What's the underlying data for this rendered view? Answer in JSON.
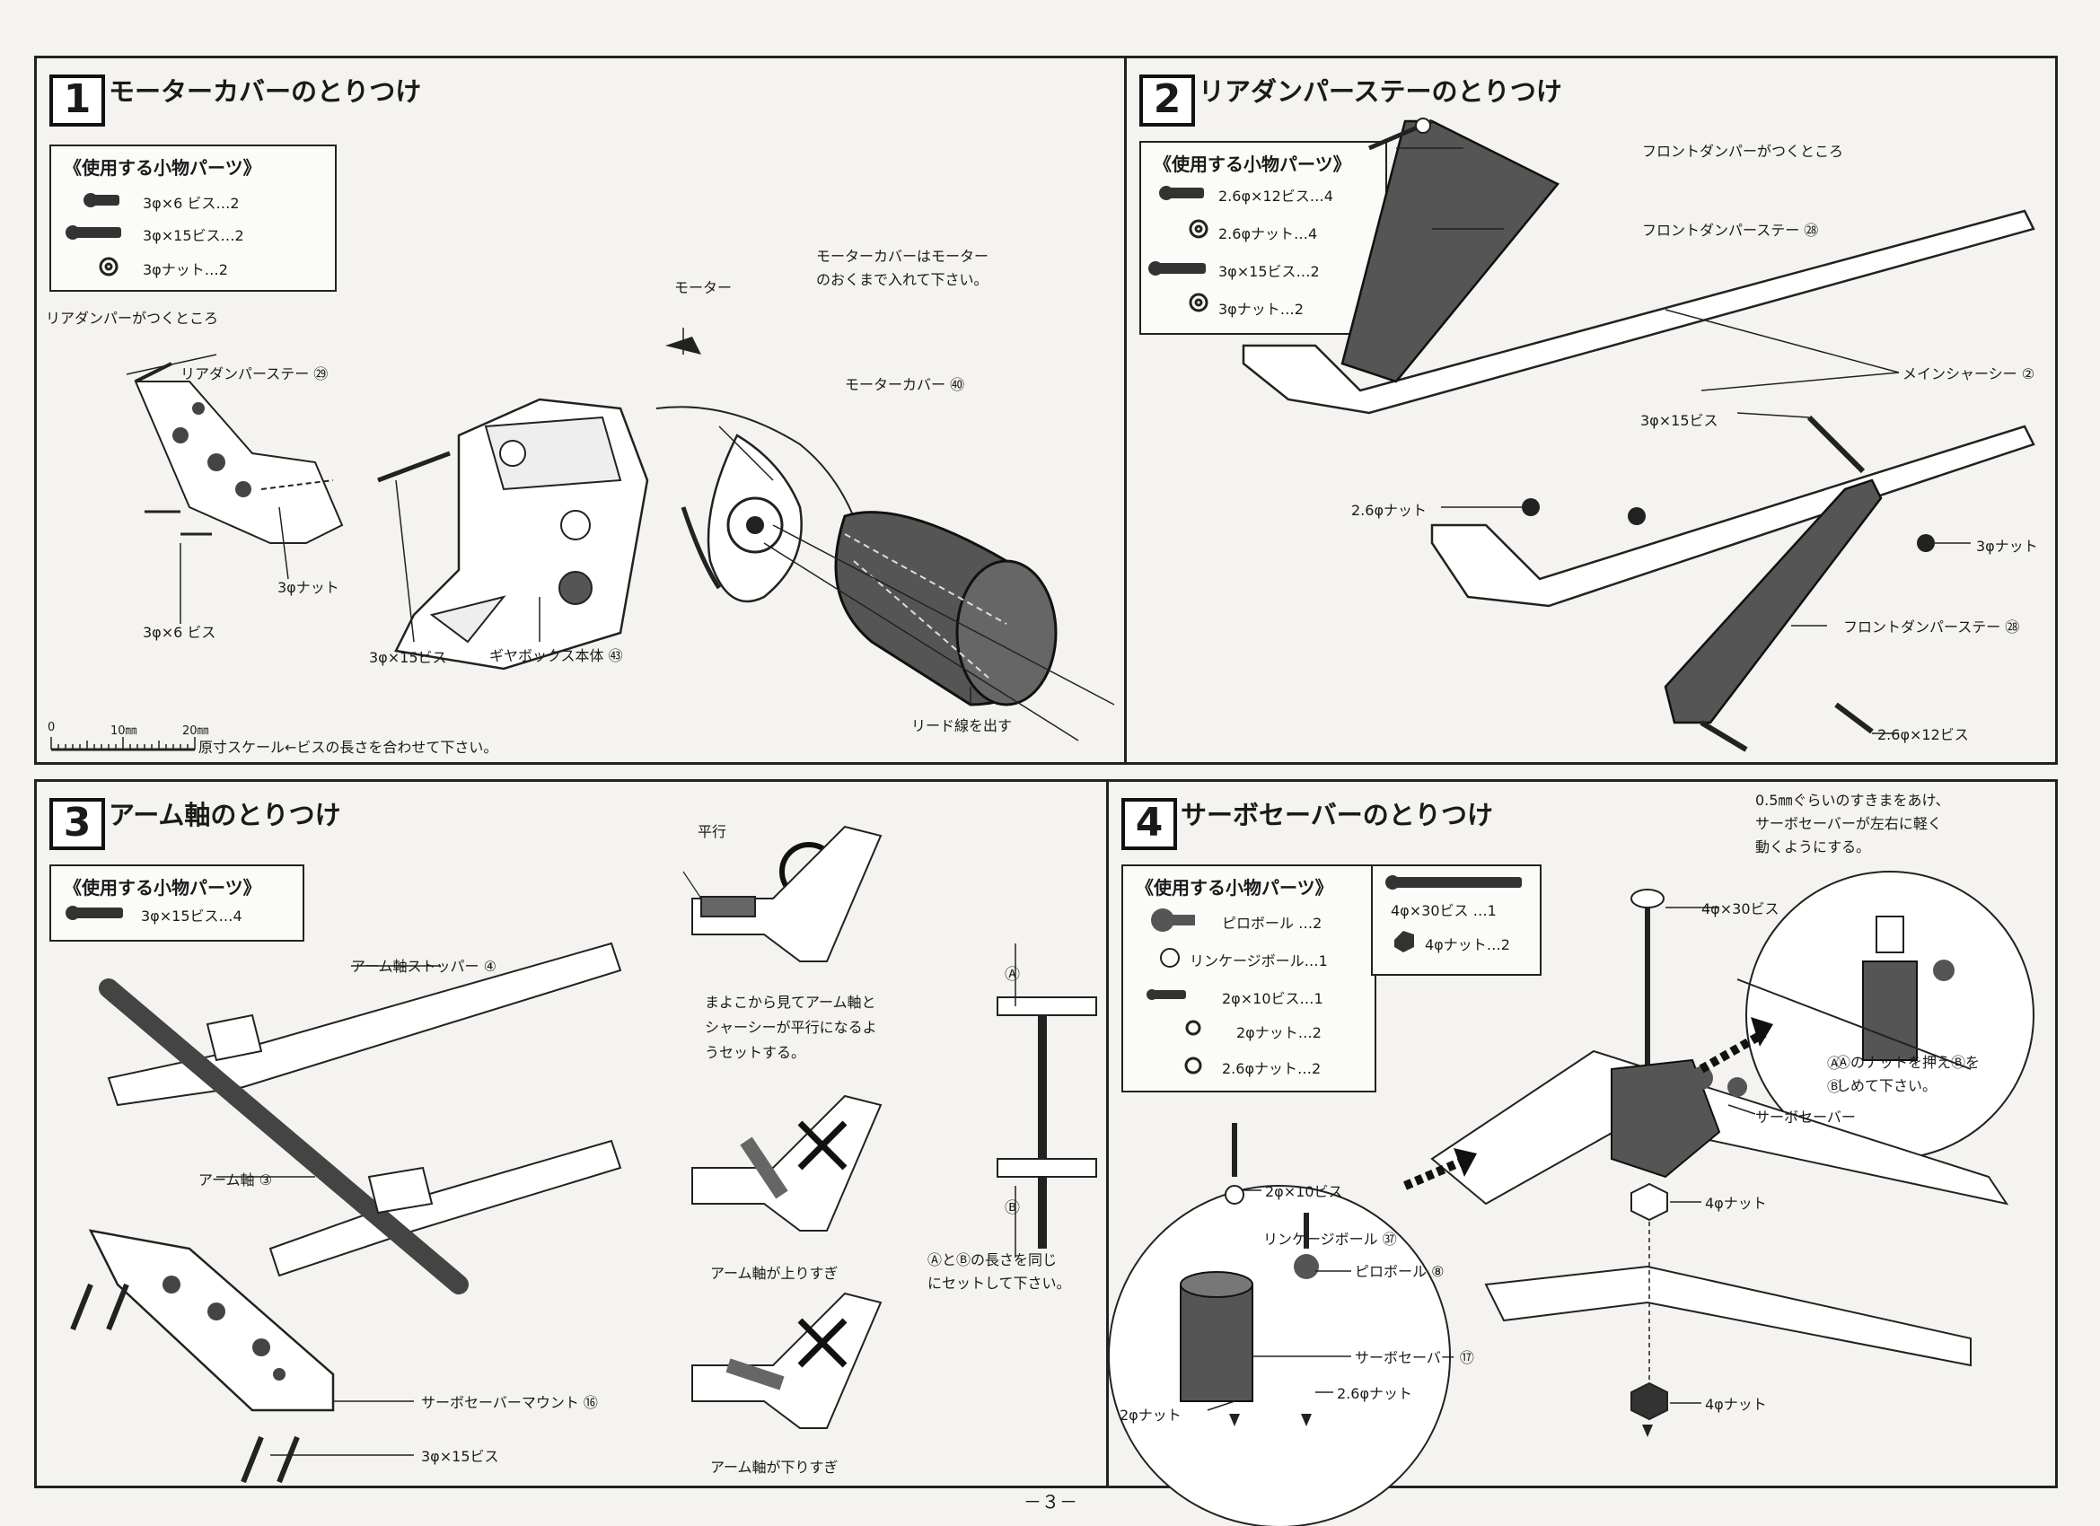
{
  "page_number": "－３－",
  "step1": {
    "num": "1",
    "title": "モーターカバーのとりつけ",
    "parts_title": "《使用する小物パーツ》",
    "parts": [
      "3φ×6 ビス…2",
      "3φ×15ビス…2",
      "3φナット…2"
    ],
    "labels": {
      "rear_damper_mount": "リアダンパーがつくところ",
      "rear_damper_stay": "リアダンパーステー ㉙",
      "nut3": "3φナット",
      "screw3x6": "3φ×6 ビス",
      "screw3x15": "3φ×15ビス",
      "gearbox": "ギヤボックス本体 ㊸",
      "motor": "モーター",
      "motor_cover": "モーターカバー ㊵",
      "motor_cover_note": "モーターカバーはモーター\nのおくまで入れて下さい。",
      "lead_wire": "リード線を出す"
    },
    "scale": {
      "t0": "0",
      "t10": "10㎜",
      "t20": "20㎜",
      "caption": "原寸スケール←ビスの長さを合わせて下さい。"
    }
  },
  "step2": {
    "num": "2",
    "title": "リアダンパーステーのとりつけ",
    "parts_title": "《使用する小物パーツ》",
    "parts": [
      "2.6φ×12ビス…4",
      "2.6φナット…4",
      "3φ×15ビス…2",
      "3φナット…2"
    ],
    "labels": {
      "front_damper_mount": "フロントダンパーがつくところ",
      "front_damper_stay_top": "フロントダンパーステー ㉘",
      "main_chassis": "メインシャーシー ②",
      "screw3x15": "3φ×15ビス",
      "nut26": "2.6φナット",
      "nut3": "3φナット",
      "front_damper_stay_bottom": "フロントダンパーステー ㉘",
      "screw26x12": "2.6φ×12ビス"
    }
  },
  "step3": {
    "num": "3",
    "title": "アーム軸のとりつけ",
    "parts_title": "《使用する小物パーツ》",
    "parts": [
      "3φ×15ビス…4"
    ],
    "labels": {
      "arm_stopper": "アーム軸ストッパー ④",
      "arm_shaft": "アーム軸 ③",
      "servo_saver_mount": "サーボセーバーマウント ⑯",
      "screw3x15": "3φ×15ビス",
      "parallel": "平行",
      "correct_note": "まよこから見てアーム軸と\nシャーシーが平行になるよ\nうセットする。",
      "too_high": "アーム軸が上りすぎ",
      "too_low": "アーム軸が下りすぎ",
      "a_mark": "Ⓐ",
      "b_mark": "Ⓑ",
      "ab_note": "ⒶとⒷの長さを同じ\nにセットして下さい。",
      "ok_symbol": "○",
      "ng_symbol": "×"
    }
  },
  "step4": {
    "num": "4",
    "title": "サーボセーバーのとりつけ",
    "parts_title": "《使用する小物パーツ》",
    "parts_left": [
      "ピロボール …2",
      "リンケージボール…1",
      "2φ×10ビス…1",
      "2φナット…2",
      "2.6φナット…2"
    ],
    "parts_right": [
      "4φ×30ビス …1",
      "4φナット…2"
    ],
    "labels": {
      "gap_note": "0.5㎜ぐらいのすきまをあけ、\nサーボセーバーが左右に軽く\n動くようにする。",
      "screw4x30": "4φ×30ビス",
      "servo_saver": "サーボセーバー",
      "nut4_mid": "4φナット",
      "nut4_bottom": "4φナット",
      "press_note": "Ⓐのナットを押えⒷを\nしめて下さい。",
      "screw2x10": "2φ×10ビス",
      "linkage_ball": "リンケージボール ㊲",
      "pillow_ball": "ピロボール ⑧",
      "servo_saver_17": "サーボセーバー ⑰",
      "nut2": "2φナット",
      "nut26": "2.6φナット",
      "a_mark": "Ⓐ",
      "b_mark": "Ⓑ"
    }
  }
}
